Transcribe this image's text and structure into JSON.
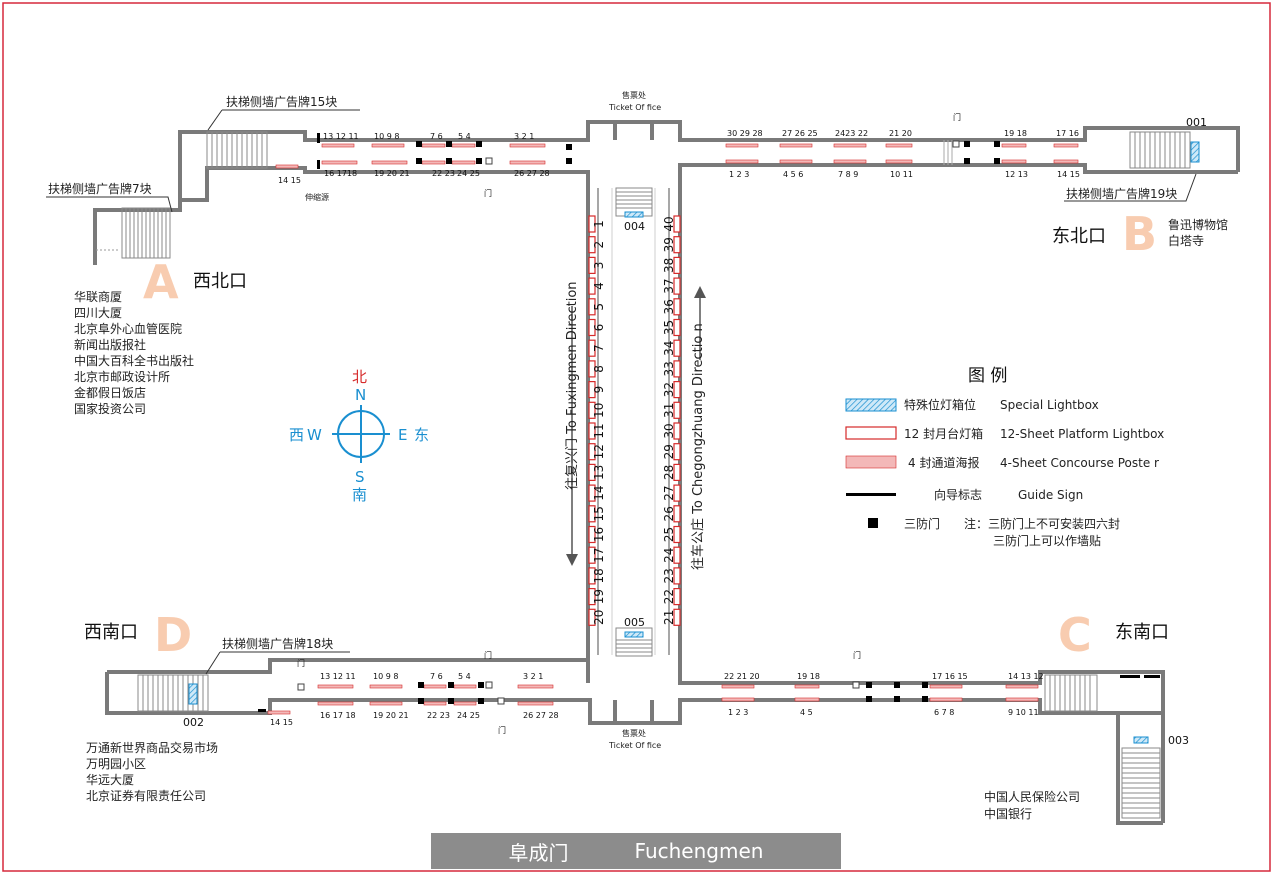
{
  "station": {
    "name_cn": "阜成门",
    "name_en": "Fuchengmen"
  },
  "entrances": {
    "A": {
      "letter": "A",
      "label": "西北口",
      "landmarks": [
        "华联商厦",
        "四川大厦",
        "北京阜外心血管医院",
        "新闻出版报社",
        "中国大百科全书出版社",
        "北京市邮政设计所",
        "金都假日饭店",
        "国家投资公司"
      ]
    },
    "B": {
      "letter": "B",
      "label": "东北口",
      "landmarks": [
        "鲁迅博物馆",
        "白塔寺"
      ]
    },
    "C": {
      "letter": "C",
      "label": "东南口",
      "landmarks": [
        "中国人民保险公司",
        "中国银行"
      ]
    },
    "D": {
      "letter": "D",
      "label": "西南口",
      "landmarks": [
        "万通新世界商品交易市场",
        "万明园小区",
        "华远大厦",
        "北京证券有限责任公司"
      ]
    }
  },
  "escalator_labels": {
    "a_top": "扶梯侧墙广告牌15块",
    "a_left": "扶梯侧墙广告牌7块",
    "b": "扶梯侧墙广告牌19块",
    "d": "扶梯侧墙广告牌18块"
  },
  "ticket_office": {
    "cn": "售票处",
    "en": "Ticket Of fice"
  },
  "door_label": "门",
  "expansion_joint": "伸缩源",
  "lightbox_codes": [
    "001",
    "002",
    "003",
    "004",
    "005"
  ],
  "directions": {
    "left": "往复兴门  To Fuxingmen Direction",
    "right": "往车公庄  To Chegongzhuang Directio  n"
  },
  "compass": {
    "n_cn": "北",
    "n": "N",
    "s": "S",
    "s_cn": "南",
    "w_cn": "西",
    "w": "W",
    "e": "E",
    "e_cn": "东"
  },
  "legend": {
    "title": "图  例",
    "items": [
      {
        "cn": "特殊位灯箱位",
        "en": "Special Lightbox"
      },
      {
        "cn": "12 封月台灯箱",
        "en": "12-Sheet Platform Lightbox"
      },
      {
        "cn": "4 封通道海报",
        "en": "4-Sheet  Concourse Poste     r"
      },
      {
        "cn": "向导标志",
        "en": "Guide Sign"
      },
      {
        "cn": "三防门",
        "en": "注：三防门上不可安装四六封"
      }
    ],
    "note2": "三防门上可以作墙贴"
  },
  "corridor_numbers": {
    "nw_top": [
      "13 12 11",
      "10  9  8",
      "7 6",
      "5 4",
      "3  2  1"
    ],
    "nw_bot": [
      "14 15",
      "16 1718",
      "19 20 21",
      "22 23",
      "24 25",
      "26 27 28"
    ],
    "ne_top": [
      "30 29 28",
      "27 26 25",
      "2423 22",
      "21  20",
      "19 18",
      "17 16"
    ],
    "ne_bot": [
      "1   2   3",
      "4   5   6",
      "7 8 9",
      "10 11",
      "12 13",
      "14 15"
    ],
    "sw_top": [
      "13 12 11",
      "10  9  8",
      "7 6",
      "5 4",
      "3  2  1"
    ],
    "sw_bot": [
      "14 15",
      "16 17 18",
      "19 20 21",
      "22 23",
      "24 25",
      "26 27 28"
    ],
    "se_top": [
      "22 21 20",
      "19 18",
      "17 16 15",
      "14 13 12"
    ],
    "se_bot": [
      "1  2  3",
      "4  5",
      "6  7  8",
      "9 10 11"
    ]
  },
  "platform_left": [
    "1",
    "2",
    "3",
    "4",
    "5",
    "6",
    "7",
    "8",
    "9",
    "10",
    "11",
    "12",
    "13",
    "14",
    "15",
    "16",
    "17",
    "18",
    "19",
    "20"
  ],
  "platform_right": [
    "40",
    "39",
    "38",
    "37",
    "36",
    "35",
    "34",
    "33",
    "32",
    "31",
    "30",
    "29",
    "28",
    "27",
    "26",
    "25",
    "24",
    "23",
    "22",
    "21"
  ],
  "colors": {
    "border": "#d6283b",
    "wall": "#7a7a7a",
    "platform_box": "#d62a2a",
    "special": "#1a8fd0",
    "compass": "#1a8fd0",
    "compass_north": "#d62a2a",
    "letter": "#f8ccb0",
    "banner": "#8c8c8c"
  }
}
